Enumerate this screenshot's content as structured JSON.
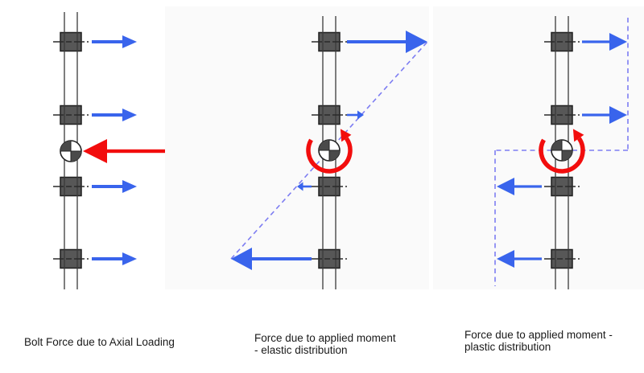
{
  "figure": {
    "type": "engineering-diagram",
    "subject": "Bolted connection - bolt group force distributions",
    "panels": [
      {
        "id": "axial",
        "caption_line1": "Bolt Force due to Axial Loading",
        "caption_line2": "",
        "bolt_count": 4,
        "bolt_forces": "four equal blue arrows pointing right, one at each bolt",
        "applied_load": "large red arrow pointing left into the bolt group centroid"
      },
      {
        "id": "moment-elastic",
        "caption_line1": "Force due to applied moment",
        "caption_line2": "- elastic distribution",
        "bolt_count": 4,
        "bolt_forces": "arrow size proportional to distance from centroid: large right arrow at top bolt, small right arrow at second bolt, small left arrow at third bolt, large left arrow at bottom bolt",
        "applied_load": "red counterclockwise moment arrow around the centroid",
        "distribution_envelope": "dashed blue diagonal line through the centroid joining the arrow tips"
      },
      {
        "id": "moment-plastic",
        "caption_line1": "Force due to applied moment -",
        "caption_line2": "plastic distribution",
        "bolt_count": 4,
        "bolt_forces": "equal-size arrows: top two bolts point right, bottom two bolts point left",
        "applied_load": "red counterclockwise moment arrow around the centroid",
        "distribution_envelope": "dashed blue rectangular step line through the centroid joining the arrow tips"
      }
    ],
    "icons": {
      "centroid": "circle-with-alternating-quadrants",
      "moment": "curved-red-arrow-counterclockwise",
      "force": "straight-blue-arrow"
    },
    "colors": {
      "force_blue": "#3964EC",
      "applied_red": "#F20D0D",
      "envelope_dash": "#7D7DF2",
      "steel_line": "#3A3A3A",
      "bolt_fill": "#575757",
      "panel_bg": "#FAFAFA",
      "text_color": "#1A1A1A"
    }
  }
}
